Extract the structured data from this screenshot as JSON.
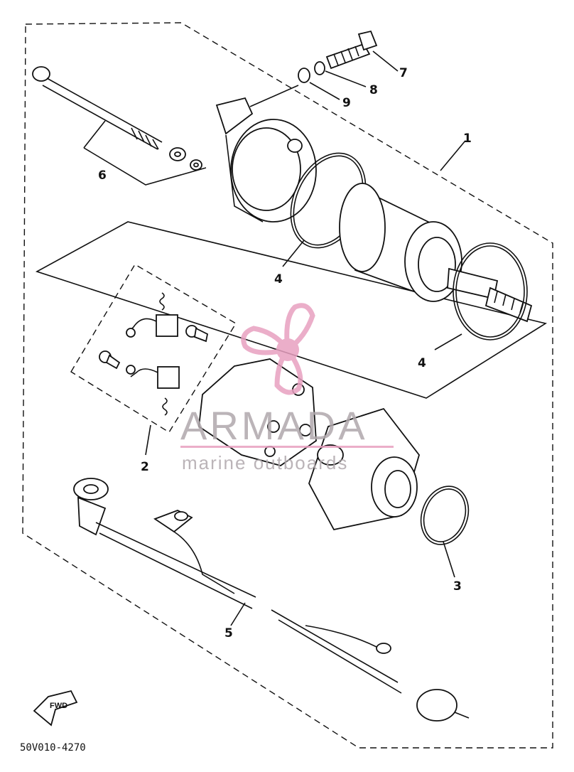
{
  "diagram": {
    "drawing_code": "50V010-4270",
    "fwd_label": "FWD",
    "watermark": {
      "brand": "ARMADA",
      "tagline": "marine outboards",
      "color": "#e8a0c0"
    },
    "callouts": [
      {
        "id": "c1",
        "text": "1"
      },
      {
        "id": "c2",
        "text": "2"
      },
      {
        "id": "c3",
        "text": "3"
      },
      {
        "id": "c4a",
        "text": "4"
      },
      {
        "id": "c4b",
        "text": "4"
      },
      {
        "id": "c5",
        "text": "5"
      },
      {
        "id": "c6",
        "text": "6"
      },
      {
        "id": "c7",
        "text": "7"
      },
      {
        "id": "c8",
        "text": "8"
      },
      {
        "id": "c9",
        "text": "9"
      }
    ]
  }
}
